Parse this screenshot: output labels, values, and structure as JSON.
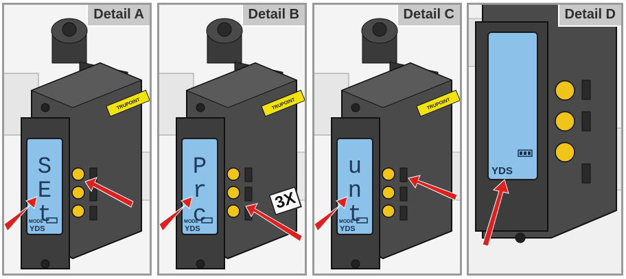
{
  "panels": [
    {
      "tag": "Detail A",
      "display": [
        "S",
        "E",
        "t"
      ],
      "mode": "MODE",
      "units": "YDS"
    },
    {
      "tag": "Detail B",
      "display": [
        "P",
        "r",
        "c"
      ],
      "mode": "MODE",
      "units": "YDS",
      "callout": "3X"
    },
    {
      "tag": "Detail C",
      "display": [
        "u",
        "n",
        "t"
      ],
      "mode": "MODE",
      "units": "YDS"
    },
    {
      "tag": "Detail D",
      "units": "YDS"
    }
  ],
  "colors": {
    "housing": "#3f3f3f",
    "lcd": "#8cc2ea",
    "button": "#f0c419",
    "arrow": "#e0201f",
    "brand_label": "#f2e40a"
  },
  "icons": [
    "scope-mount-icon",
    "battery-icon",
    "red-arrow-icon"
  ]
}
